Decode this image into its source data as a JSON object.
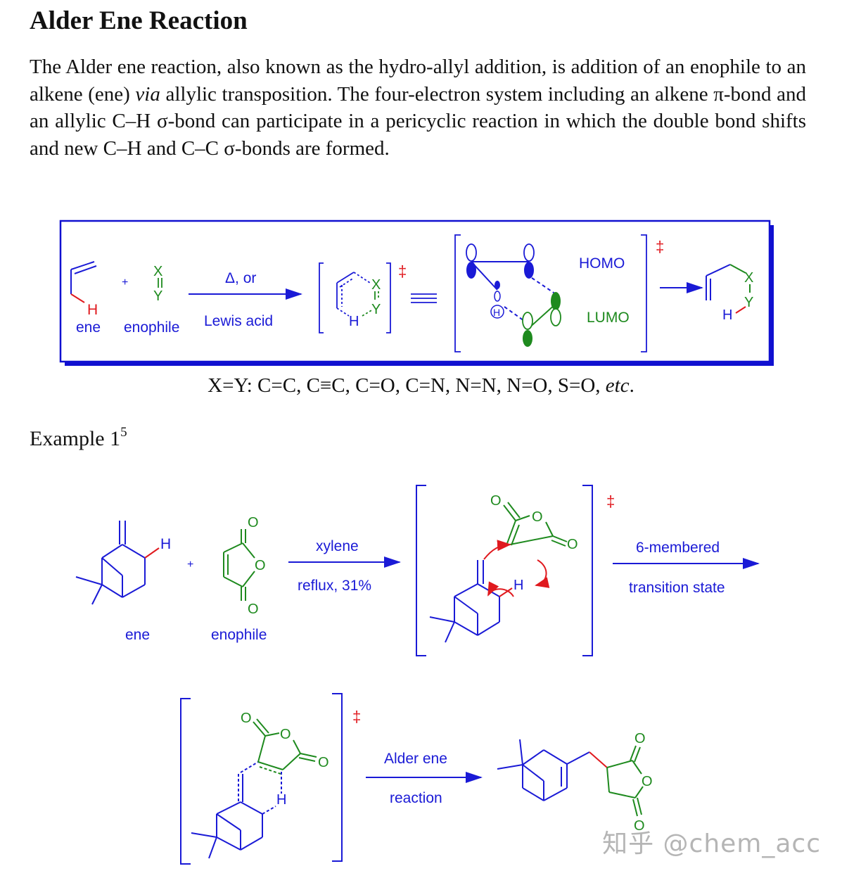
{
  "title": "Alder Ene Reaction",
  "intro": {
    "part1": "The Alder ene reaction, also known as the hydro-allyl addition, is addition of an enophile to an alkene (ene) ",
    "via": "via",
    "part2": " allylic transposition. The four-electron system including an alkene π-bond and an allylic C–H σ-bond can participate in a pericyclic reaction in which the double bond shifts and new C–H and C–C σ-bonds are formed."
  },
  "scheme": {
    "ene_label": "ene",
    "enophile_label": "enophile",
    "plus": "+",
    "conditions_top": "Δ, or",
    "conditions_bottom": "Lewis acid",
    "dagger": "‡",
    "homo": "HOMO",
    "lumo": "LUMO",
    "atom_h": "H",
    "atom_x": "X",
    "atom_y": "Y",
    "equiv_glyph": "≡"
  },
  "xy_caption": {
    "text": "X=Y: C=C, C≡C, C=O, C=N, N=N, N=O, S=O, ",
    "etc": "etc",
    "period": "."
  },
  "example": {
    "label": "Example 1",
    "ref": "5"
  },
  "example_scheme": {
    "ene_label": "ene",
    "enophile_label": "enophile",
    "plus": "+",
    "cond1_top": "xylene",
    "cond1_bottom": "reflux, 31%",
    "cond2_top": "6-membered",
    "cond2_bottom": "transition state",
    "cond3_top": "Alder ene",
    "cond3_bottom": "reaction",
    "dagger": "‡",
    "atom_o": "O",
    "atom_h": "H"
  },
  "colors": {
    "blue": "#1a1ad6",
    "green": "#1e8a1e",
    "red": "#e0191e",
    "frame_blue": "#1010d0"
  },
  "watermark": "知乎 @chem_acc"
}
